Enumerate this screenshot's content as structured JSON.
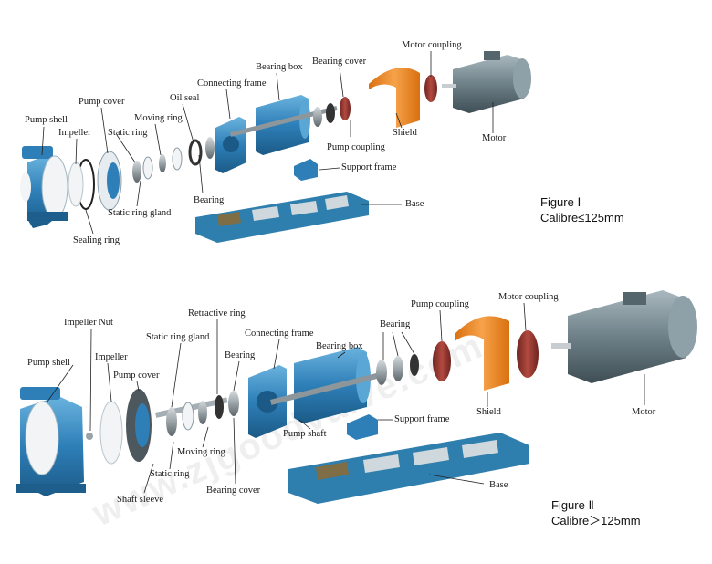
{
  "watermark": "www.zjgoodvalve.com",
  "figure1": {
    "title": "Figure Ⅰ",
    "subtitle": "Calibre≤125mm",
    "labels": {
      "pump_shell": "Pump shell",
      "impeller": "Impeller",
      "pump_cover": "Pump cover",
      "static_ring": "Static ring",
      "moving_ring": "Moving ring",
      "oil_seal": "Oil seal",
      "connecting_frame": "Connecting frame",
      "bearing_box": "Bearing box",
      "bearing_cover": "Bearing cover",
      "motor_coupling": "Motor coupling",
      "motor": "Motor",
      "shield": "Shield",
      "pump_coupling": "Pump coupling",
      "support_frame": "Support frame",
      "bearing": "Bearing",
      "base": "Base",
      "static_ring_gland": "Static ring gland",
      "sealing_ring": "Sealing ring"
    }
  },
  "figure2": {
    "title": "Figure Ⅱ",
    "subtitle": "Calibre＞125mm",
    "labels": {
      "impeller_nut": "Impeller Nut",
      "pump_shell": "Pump shell",
      "impeller": "Impeller",
      "pump_cover": "Pump cover",
      "static_ring_gland": "Static ring gland",
      "retractive_ring": "Retractive ring",
      "bearing_top": "Bearing",
      "connecting_frame": "Connecting frame",
      "bearing_box": "Bearing box",
      "bearing_right": "Bearing",
      "pump_coupling": "Pump coupling",
      "motor_coupling": "Motor coupling",
      "shield": "Shield",
      "motor": "Motor",
      "support_frame": "Support frame",
      "pump_shaft": "Pump shaft",
      "moving_ring": "Moving ring",
      "static_ring": "Static ring",
      "shaft_sleeve": "Shaft sleeve",
      "bearing_cover": "Bearing cover",
      "base": "Base"
    }
  },
  "colors": {
    "pump_blue": "#2e7fb8",
    "pump_blue_dark": "#1d5e8c",
    "pump_blue_light": "#5aa7d6",
    "base_blue": "#2f7fae",
    "shield_orange": "#f08a1c",
    "coupling_red": "#9a3a32",
    "motor_gray": "#6e8088",
    "liner_white": "#f2f4f5",
    "steel": "#9aa3a8",
    "leader": "#222222"
  }
}
